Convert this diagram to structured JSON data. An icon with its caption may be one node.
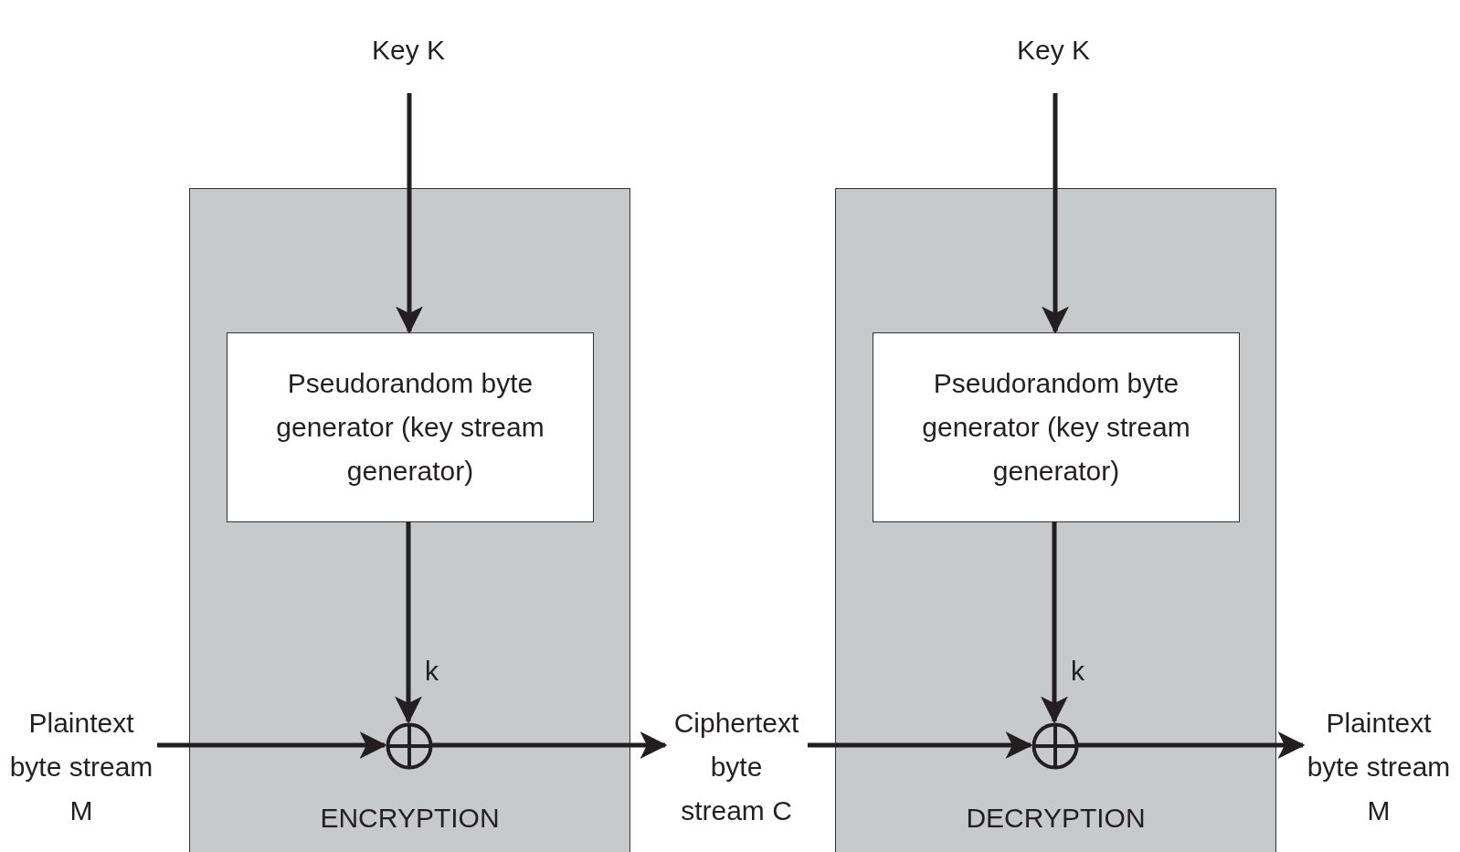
{
  "diagram": {
    "nodes": [
      {
        "text": [
          "Key K"
        ]
      },
      {
        "text": [
          "ENCRYPTION"
        ]
      },
      {
        "text": [
          "Pseudorandom byte generator (key stream generator)"
        ],
        "in": 1
      },
      {
        "text": [],
        "shape": "circle",
        "in": 1
      },
      {
        "text": [
          "Plaintext byte stream M"
        ]
      },
      {
        "text": [
          "Ciphertext byte stream C"
        ]
      },
      {
        "text": [
          "Key K"
        ]
      },
      {
        "text": [
          "DECRYPTION"
        ]
      },
      {
        "text": [
          "Pseudorandom byte generator (key stream generator)"
        ],
        "in": 7
      },
      {
        "text": [],
        "shape": "circle",
        "in": 7
      },
      {
        "text": [
          "Plaintext byte stream M"
        ]
      }
    ],
    "edges": [
      {
        "from": 0,
        "to": 2,
        "arrow": "to"
      },
      {
        "from": 2,
        "to": 3,
        "arrow": "to",
        "label": "k"
      },
      {
        "from": 4,
        "to": 3,
        "arrow": "to"
      },
      {
        "from": 3,
        "to": 5,
        "arrow": "to"
      },
      {
        "from": 6,
        "to": 8,
        "arrow": "to"
      },
      {
        "from": 8,
        "to": 9,
        "arrow": "to",
        "label": "k"
      },
      {
        "from": 5,
        "to": 9,
        "arrow": "to"
      },
      {
        "from": 9,
        "to": 10,
        "arrow": "to"
      }
    ]
  }
}
